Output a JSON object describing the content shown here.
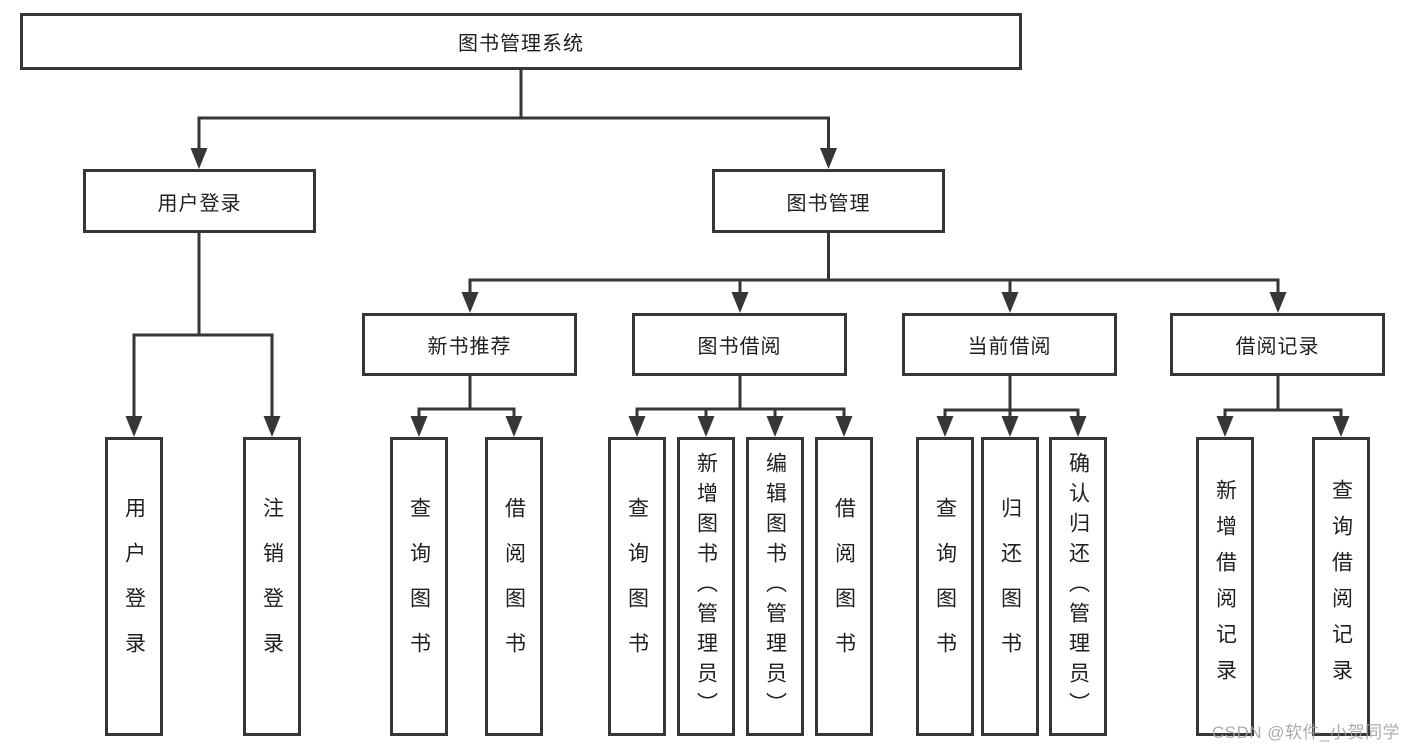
{
  "diagram": {
    "root": {
      "label": "图书管理系统"
    },
    "level2": [
      {
        "label": "用户登录",
        "leaves": [
          "用户登录",
          "注销登录"
        ]
      },
      {
        "label": "图书管理",
        "sections": [
          {
            "label": "新书推荐",
            "leaves": [
              "查询图书",
              "借阅图书"
            ]
          },
          {
            "label": "图书借阅",
            "leaves": [
              "查询图书",
              "新增图书（管理员）",
              "编辑图书（管理员）",
              "借阅图书"
            ]
          },
          {
            "label": "当前借阅",
            "leaves": [
              "查询图书",
              "归还图书",
              "确认归还（管理员）"
            ]
          },
          {
            "label": "借阅记录",
            "leaves": [
              "新增借阅记录",
              "查询借阅记录"
            ]
          }
        ]
      }
    ]
  },
  "watermark": {
    "text": "CSDN @软件_小贺同学"
  },
  "colors": {
    "line": "#363636",
    "text": "#1f1f1f",
    "box_fill": "#ffffff",
    "watermark": "#9e9e9e",
    "background": "#ffffff"
  }
}
